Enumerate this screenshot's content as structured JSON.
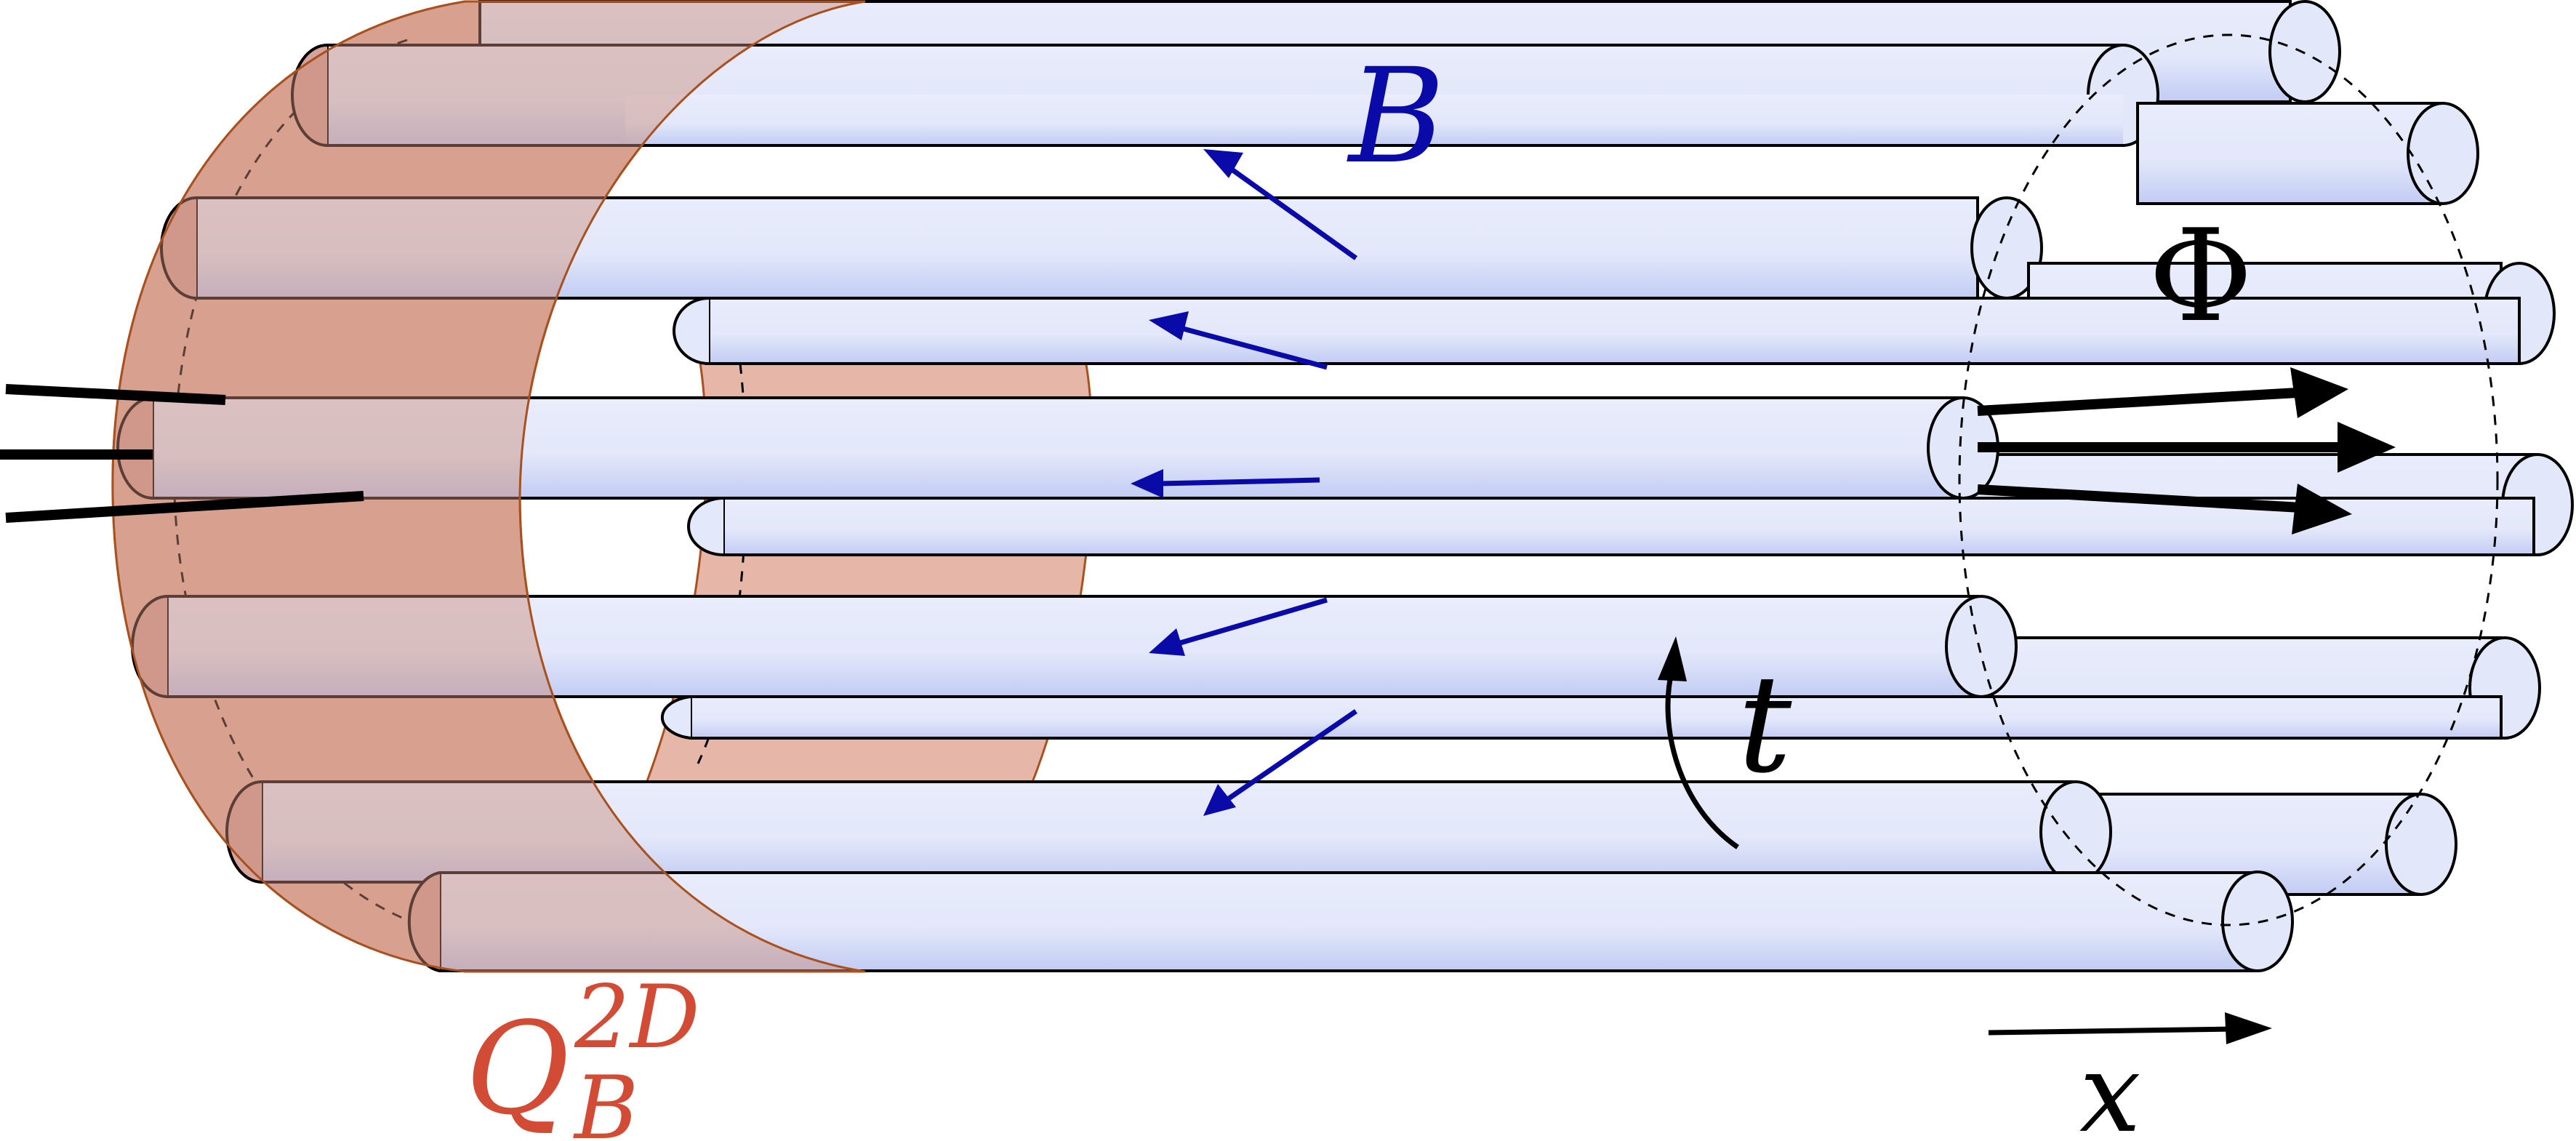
{
  "labels": {
    "B": "B",
    "Phi": "Φ",
    "t": "t",
    "x": "x",
    "Q_main": "Q",
    "Q_sup": "2D",
    "Q_sub": "B"
  },
  "colors": {
    "ring": "#e2b1a3",
    "ring_edge": "#a8511f",
    "ring_overlap": "#c8a0a8",
    "tube_light": "#e6ebfb",
    "tube_dark": "#c3cdf5",
    "B_color": "#0a0aa8",
    "Q_color": "#d24b35",
    "black": "#000000"
  }
}
